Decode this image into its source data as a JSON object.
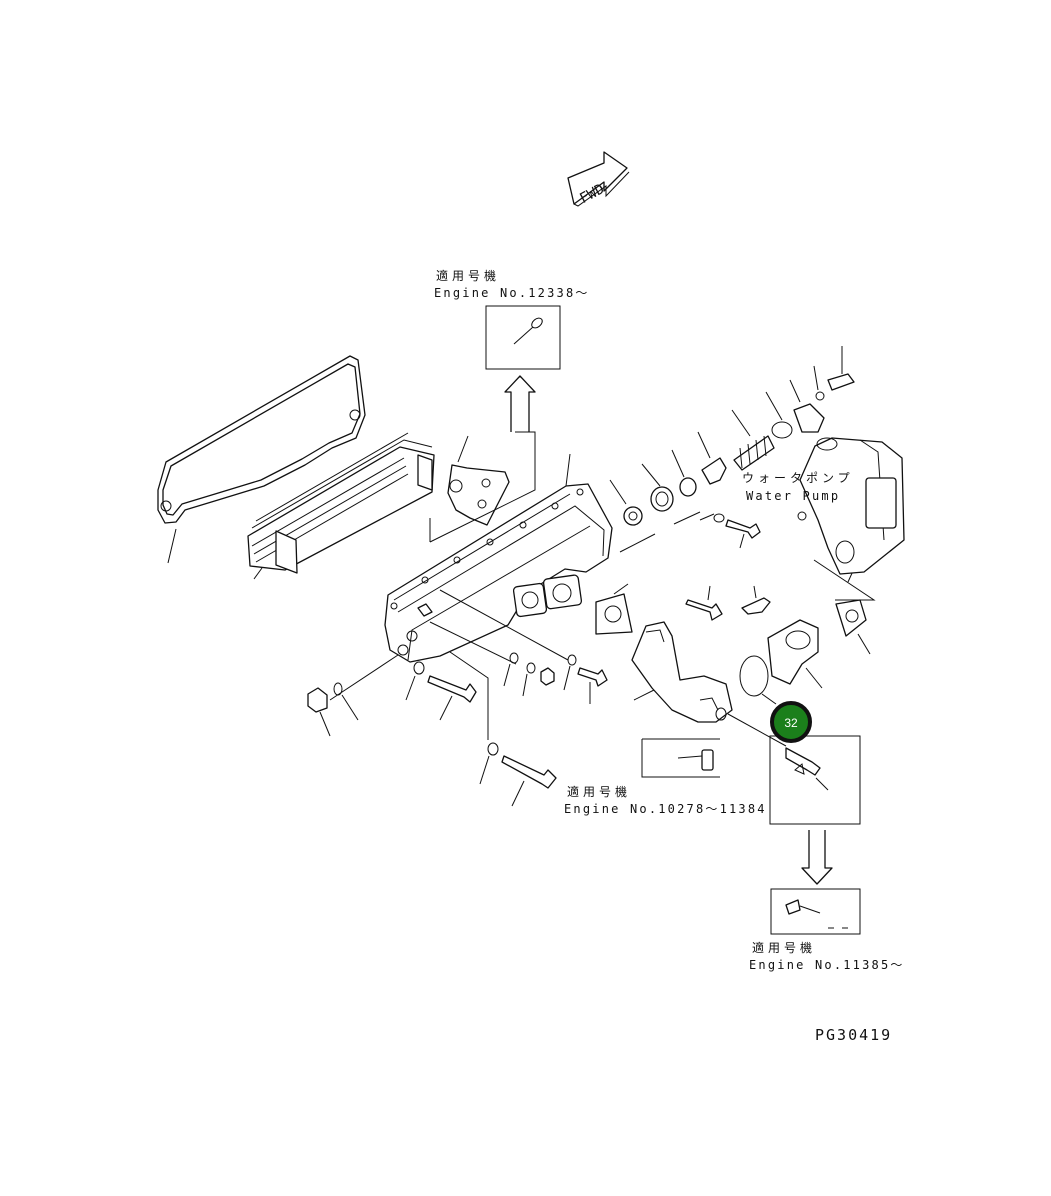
{
  "fwd_label": "FWD",
  "callouts": {
    "top": {
      "jp": "適用号機",
      "engine": "Engine No.12338～"
    },
    "mid": {
      "jp": "適用号機",
      "engine": "Engine No.10278～11384"
    },
    "bottom": {
      "jp": "適用号機",
      "engine": "Engine No.11385～"
    }
  },
  "water_pump": {
    "jp": "ウォータポンプ",
    "en": "Water Pump"
  },
  "badge": {
    "number": "32",
    "color": "#1b7f1b"
  },
  "figure_id": "PG30419"
}
